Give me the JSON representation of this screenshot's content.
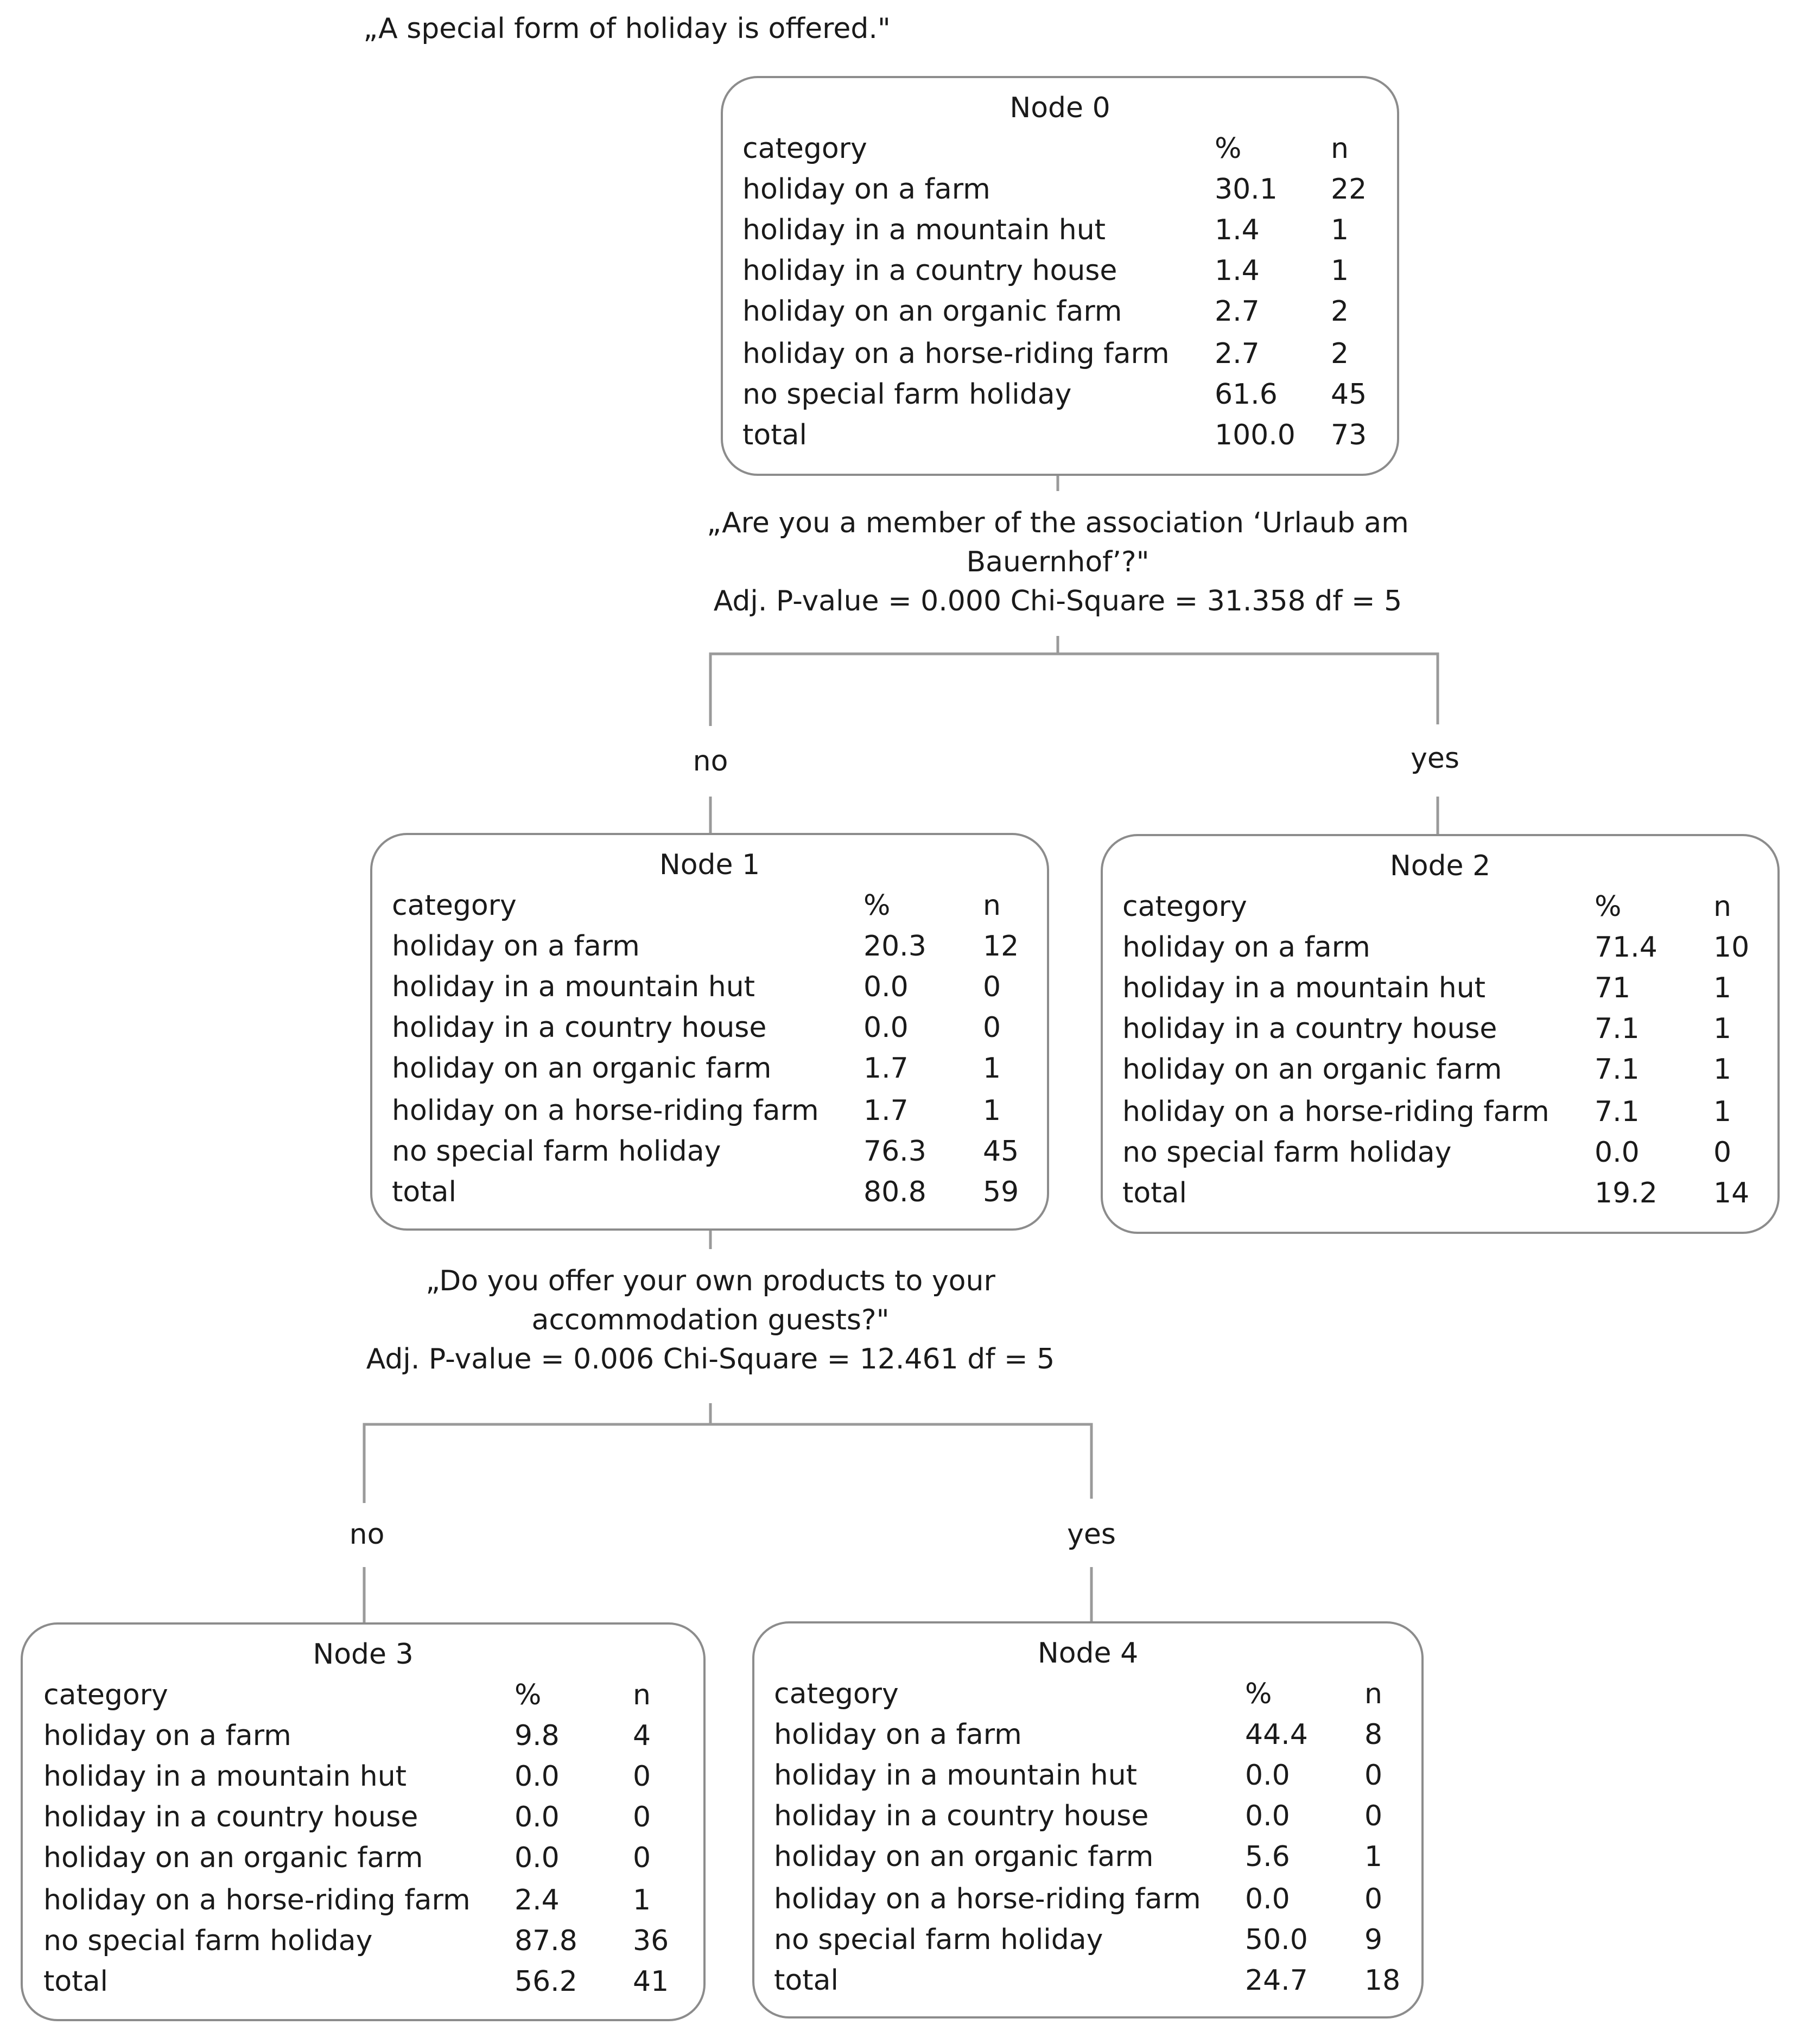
{
  "title": "„A special form of holiday is offered.\"",
  "headers": {
    "category": "category",
    "pct": "%",
    "n": "n"
  },
  "nodes": [
    {
      "title": "Node 0",
      "rows": [
        {
          "category": "holiday on a farm",
          "pct": "30.1",
          "n": "22"
        },
        {
          "category": "holiday in a mountain hut",
          "pct": "1.4",
          "n": "1"
        },
        {
          "category": "holiday in a country house",
          "pct": "1.4",
          "n": "1"
        },
        {
          "category": "holiday on an organic farm",
          "pct": "2.7",
          "n": "2"
        },
        {
          "category": "holiday on a horse-riding farm",
          "pct": "2.7",
          "n": "2"
        },
        {
          "category": "no special farm holiday",
          "pct": "61.6",
          "n": "45"
        },
        {
          "category": "total",
          "pct": "100.0",
          "n": "73"
        }
      ]
    },
    {
      "title": "Node 1",
      "rows": [
        {
          "category": "holiday on a farm",
          "pct": "20.3",
          "n": "12"
        },
        {
          "category": "holiday in a mountain hut",
          "pct": "0.0",
          "n": "0"
        },
        {
          "category": "holiday in a country house",
          "pct": "0.0",
          "n": "0"
        },
        {
          "category": "holiday on an organic farm",
          "pct": "1.7",
          "n": "1"
        },
        {
          "category": "holiday on a horse-riding farm",
          "pct": "1.7",
          "n": "1"
        },
        {
          "category": "no special farm holiday",
          "pct": "76.3",
          "n": "45"
        },
        {
          "category": "total",
          "pct": "80.8",
          "n": "59"
        }
      ]
    },
    {
      "title": "Node 2",
      "rows": [
        {
          "category": "holiday on a farm",
          "pct": "71.4",
          "n": "10"
        },
        {
          "category": "holiday in a mountain hut",
          "pct": "71",
          "n": "1"
        },
        {
          "category": "holiday in a country house",
          "pct": "7.1",
          "n": "1"
        },
        {
          "category": "holiday on an organic farm",
          "pct": "7.1",
          "n": "1"
        },
        {
          "category": "holiday on a horse-riding farm",
          "pct": "7.1",
          "n": "1"
        },
        {
          "category": "no special farm holiday",
          "pct": "0.0",
          "n": "0"
        },
        {
          "category": "total",
          "pct": "19.2",
          "n": "14"
        }
      ]
    },
    {
      "title": "Node 3",
      "rows": [
        {
          "category": "holiday on a farm",
          "pct": "9.8",
          "n": "4"
        },
        {
          "category": "holiday in a mountain hut",
          "pct": "0.0",
          "n": "0"
        },
        {
          "category": "holiday in a country house",
          "pct": "0.0",
          "n": "0"
        },
        {
          "category": "holiday on an organic farm",
          "pct": "0.0",
          "n": "0"
        },
        {
          "category": "holiday on a horse-riding farm",
          "pct": "2.4",
          "n": "1"
        },
        {
          "category": "no special farm holiday",
          "pct": "87.8",
          "n": "36"
        },
        {
          "category": "total",
          "pct": "56.2",
          "n": "41"
        }
      ]
    },
    {
      "title": "Node 4",
      "rows": [
        {
          "category": "holiday on a farm",
          "pct": "44.4",
          "n": "8"
        },
        {
          "category": "holiday in a mountain hut",
          "pct": "0.0",
          "n": "0"
        },
        {
          "category": "holiday in a country house",
          "pct": "0.0",
          "n": "0"
        },
        {
          "category": "holiday on an organic farm",
          "pct": "5.6",
          "n": "1"
        },
        {
          "category": "holiday on a horse-riding farm",
          "pct": "0.0",
          "n": "0"
        },
        {
          "category": "no special farm holiday",
          "pct": "50.0",
          "n": "9"
        },
        {
          "category": "total",
          "pct": "24.7",
          "n": "18"
        }
      ]
    }
  ],
  "splits": [
    {
      "question_lines": [
        "„Are you a member of the association ‘Urlaub am",
        "Bauernhof’?\""
      ],
      "stats": "Adj. P-value = 0.000 Chi-Square = 31.358 df = 5",
      "left_label": "no",
      "right_label": "yes"
    },
    {
      "question_lines": [
        "„Do you offer your own products to your",
        "accommodation guests?\""
      ],
      "stats": "Adj. P-value = 0.006 Chi-Square = 12.461 df = 5",
      "left_label": "no",
      "right_label": "yes"
    }
  ],
  "colors": {
    "border": "#8c8c8c",
    "connector": "#9a9a9a",
    "text": "#1a1a1a"
  }
}
